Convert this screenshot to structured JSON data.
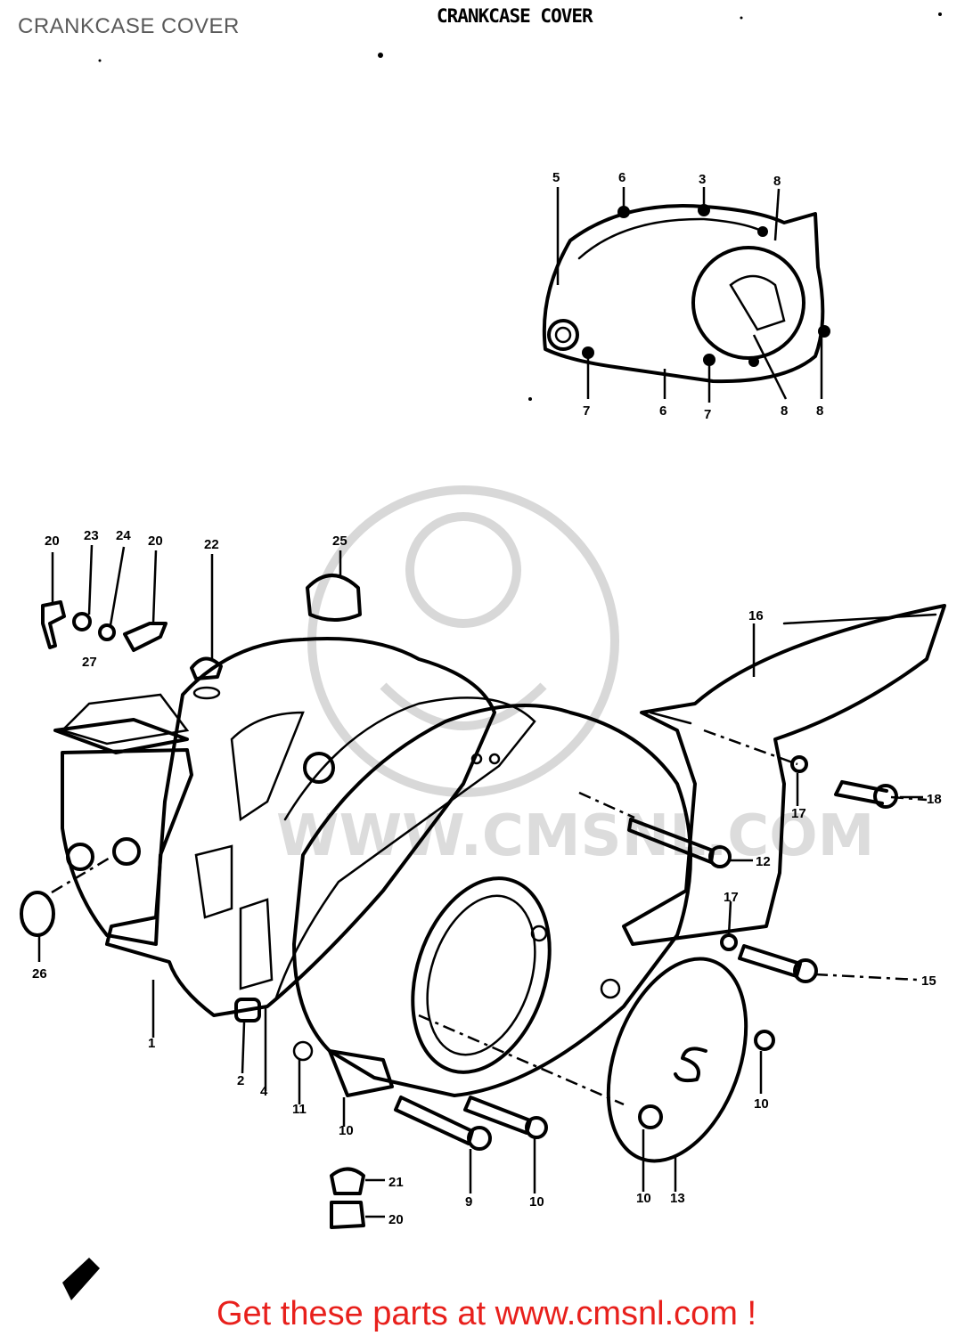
{
  "page_label": "CRANKCASE COVER",
  "diagram_title": "CRANKCASE COVER",
  "watermark": "WWW.CMSNL.COM",
  "footer_text": "Get these parts at www.cmsnl.com !",
  "colors": {
    "footer": "#e8201c",
    "label": "#5a5a5a",
    "ink": "#000000"
  },
  "inset_callouts": [
    "5",
    "6",
    "3",
    "8",
    "7",
    "6",
    "7",
    "8",
    "8"
  ],
  "main_callouts": [
    "20",
    "23",
    "24",
    "20",
    "22",
    "25",
    "27",
    "16",
    "17",
    "18",
    "12",
    "17",
    "15",
    "26",
    "1",
    "2",
    "4",
    "11",
    "10",
    "21",
    "20",
    "9",
    "10",
    "10",
    "13",
    "10"
  ]
}
